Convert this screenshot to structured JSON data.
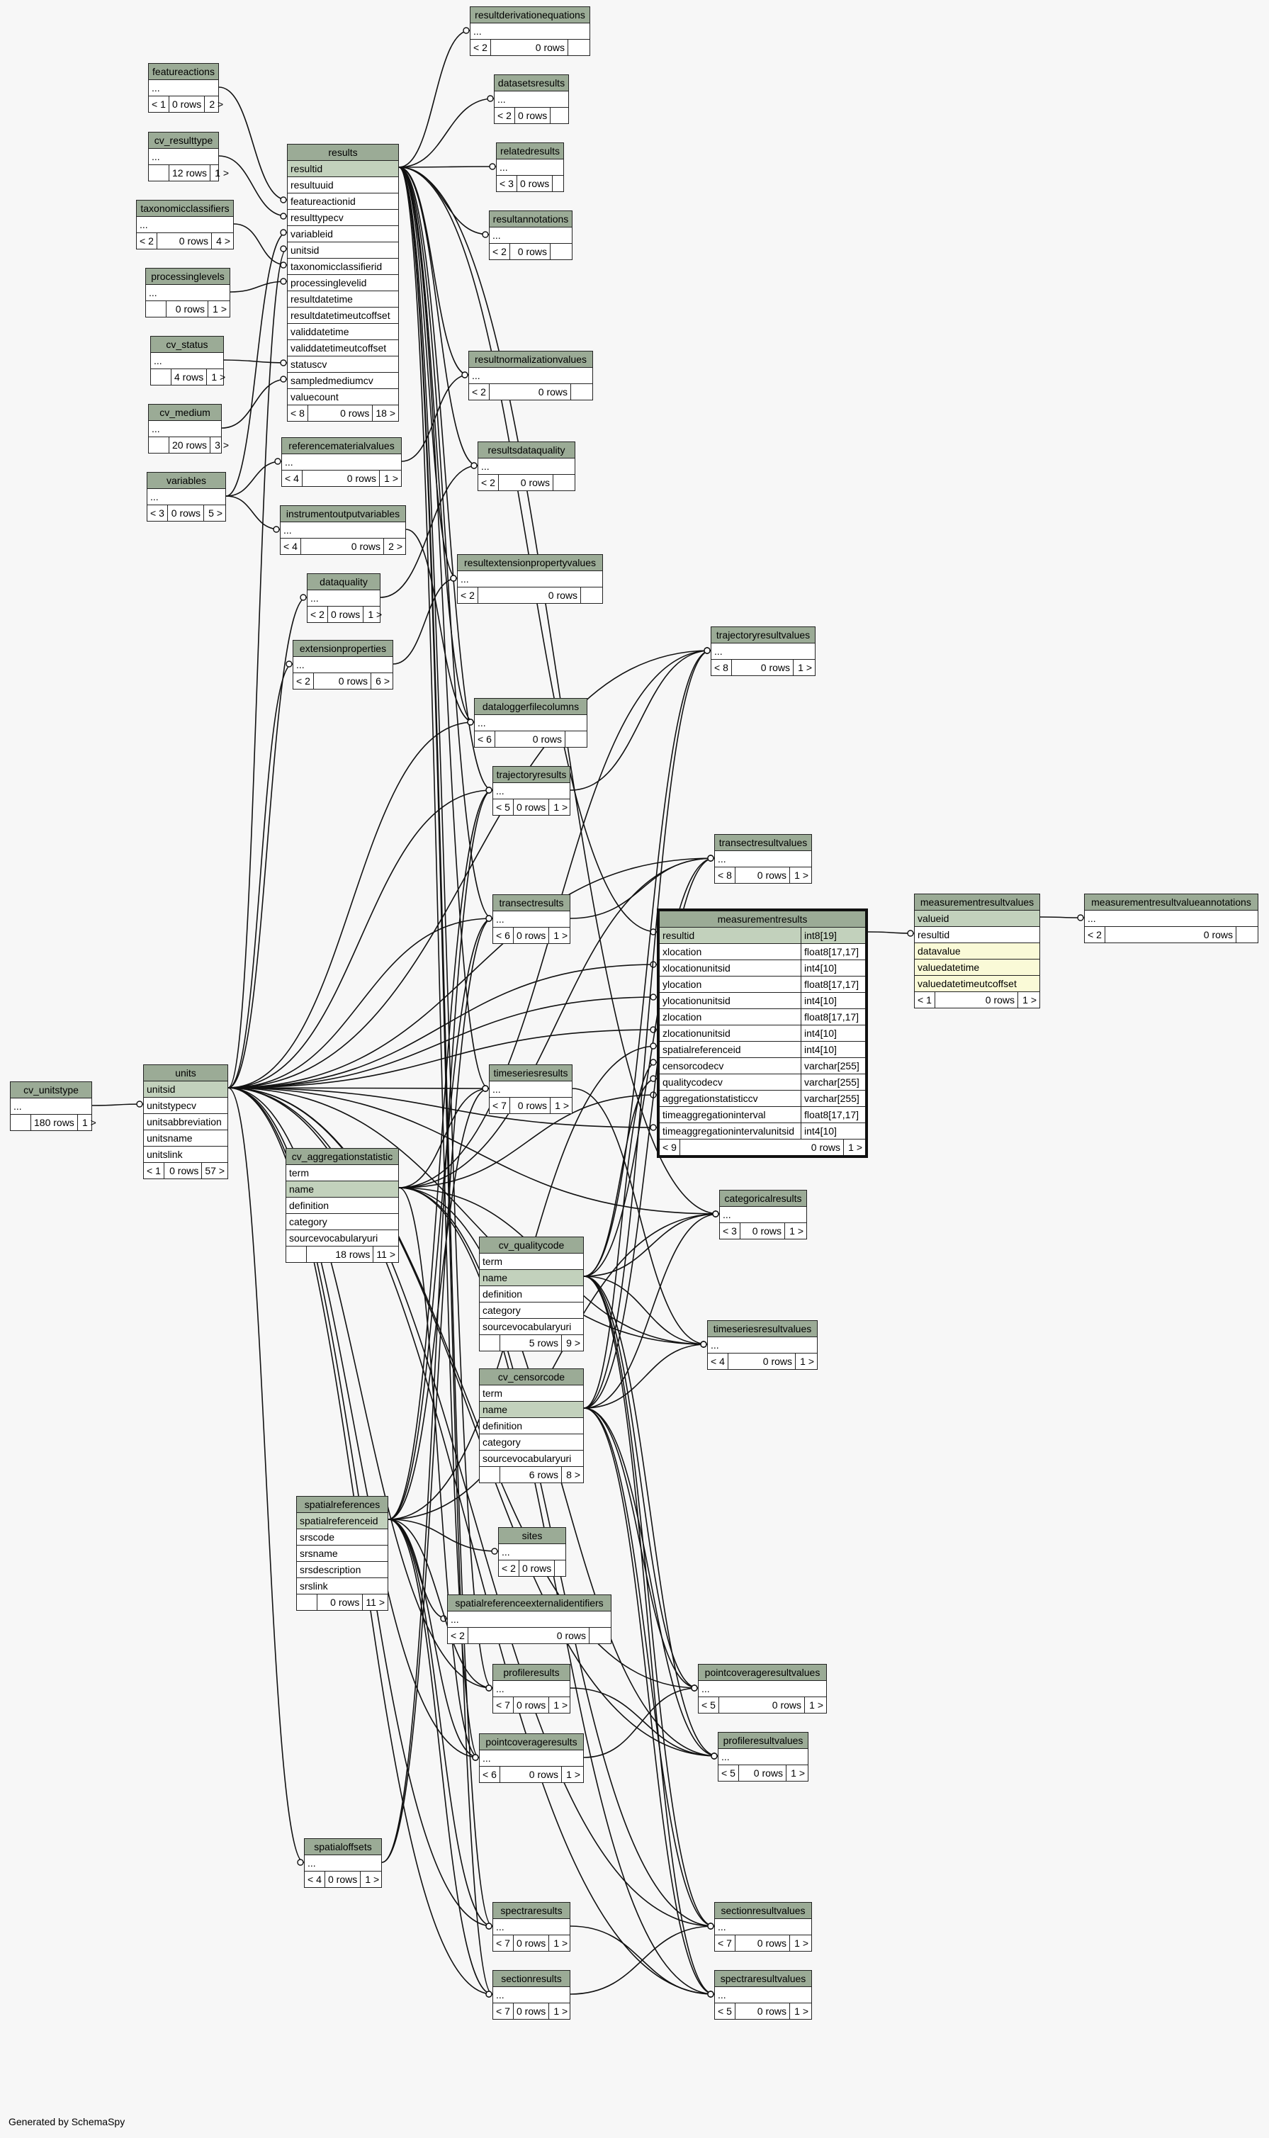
{
  "footer": "Generated by SchemaSpy",
  "tables": [
    {
      "id": "featureactions",
      "name": "featureactions",
      "cols": [
        "..."
      ],
      "footer": [
        "< 1",
        "0 rows",
        "2 >"
      ]
    },
    {
      "id": "cv_resulttype",
      "name": "cv_resulttype",
      "cols": [
        "..."
      ],
      "footer": [
        "",
        "12 rows",
        "1 >"
      ]
    },
    {
      "id": "taxonomicclassifiers",
      "name": "taxonomicclassifiers",
      "cols": [
        "..."
      ],
      "footer": [
        "< 2",
        "0 rows",
        "4 >"
      ]
    },
    {
      "id": "processinglevels",
      "name": "processinglevels",
      "cols": [
        "..."
      ],
      "footer": [
        "",
        "0 rows",
        "1 >"
      ]
    },
    {
      "id": "cv_status",
      "name": "cv_status",
      "cols": [
        "..."
      ],
      "footer": [
        "",
        "4 rows",
        "1 >"
      ]
    },
    {
      "id": "cv_medium",
      "name": "cv_medium",
      "cols": [
        "..."
      ],
      "footer": [
        "",
        "20 rows",
        "3 >"
      ]
    },
    {
      "id": "variables",
      "name": "variables",
      "cols": [
        "..."
      ],
      "footer": [
        "< 3",
        "0 rows",
        "5 >"
      ]
    },
    {
      "id": "results",
      "name": "results",
      "pk": [
        "resultid"
      ],
      "cols": [
        "resultid",
        "resultuuid",
        "featureactionid",
        "resulttypecv",
        "variableid",
        "unitsid",
        "taxonomicclassifierid",
        "processinglevelid",
        "resultdatetime",
        "resultdatetimeutcoffset",
        "validdatetime",
        "validdatetimeutcoffset",
        "statuscv",
        "sampledmediumcv",
        "valuecount"
      ],
      "footer": [
        "< 8",
        "0 rows",
        "18 >"
      ]
    },
    {
      "id": "referencematerialvalues",
      "name": "referencematerialvalues",
      "cols": [
        "..."
      ],
      "footer": [
        "< 4",
        "0 rows",
        "1 >"
      ]
    },
    {
      "id": "instrumentoutputvariables",
      "name": "instrumentoutputvariables",
      "cols": [
        "..."
      ],
      "footer": [
        "< 4",
        "0 rows",
        "2 >"
      ]
    },
    {
      "id": "dataquality",
      "name": "dataquality",
      "cols": [
        "..."
      ],
      "footer": [
        "< 2",
        "0 rows",
        "1 >"
      ]
    },
    {
      "id": "extensionproperties",
      "name": "extensionproperties",
      "cols": [
        "..."
      ],
      "footer": [
        "< 2",
        "0 rows",
        "6 >"
      ]
    },
    {
      "id": "resultderivationequations",
      "name": "resultderivationequations",
      "cols": [
        "..."
      ],
      "footer": [
        "< 2",
        "0 rows",
        ""
      ]
    },
    {
      "id": "datasetsresults",
      "name": "datasetsresults",
      "cols": [
        "..."
      ],
      "footer": [
        "< 2",
        "0 rows",
        ""
      ]
    },
    {
      "id": "relatedresults",
      "name": "relatedresults",
      "cols": [
        "..."
      ],
      "footer": [
        "< 3",
        "0 rows",
        ""
      ]
    },
    {
      "id": "resultannotations",
      "name": "resultannotations",
      "cols": [
        "..."
      ],
      "footer": [
        "< 2",
        "0 rows",
        ""
      ]
    },
    {
      "id": "resultnormalizationvalues",
      "name": "resultnormalizationvalues",
      "cols": [
        "..."
      ],
      "footer": [
        "< 2",
        "0 rows",
        ""
      ]
    },
    {
      "id": "resultsdataquality",
      "name": "resultsdataquality",
      "cols": [
        "..."
      ],
      "footer": [
        "< 2",
        "0 rows",
        ""
      ]
    },
    {
      "id": "resultextensionpropertyvalues",
      "name": "resultextensionpropertyvalues",
      "cols": [
        "..."
      ],
      "footer": [
        "< 2",
        "0 rows",
        ""
      ]
    },
    {
      "id": "dataloggerfilecolumns",
      "name": "dataloggerfilecolumns",
      "cols": [
        "..."
      ],
      "footer": [
        "< 6",
        "0 rows",
        ""
      ]
    },
    {
      "id": "trajectoryresults",
      "name": "trajectoryresults",
      "cols": [
        "..."
      ],
      "footer": [
        "< 5",
        "0 rows",
        "1 >"
      ]
    },
    {
      "id": "transectresults",
      "name": "transectresults",
      "cols": [
        "..."
      ],
      "footer": [
        "< 6",
        "0 rows",
        "1 >"
      ]
    },
    {
      "id": "timeseriesresults",
      "name": "timeseriesresults",
      "cols": [
        "..."
      ],
      "footer": [
        "< 7",
        "0 rows",
        "1 >"
      ]
    },
    {
      "id": "trajectoryresultvalues",
      "name": "trajectoryresultvalues",
      "cols": [
        "..."
      ],
      "footer": [
        "< 8",
        "0 rows",
        "1 >"
      ]
    },
    {
      "id": "transectresultvalues",
      "name": "transectresultvalues",
      "cols": [
        "..."
      ],
      "footer": [
        "< 8",
        "0 rows",
        "1 >"
      ]
    },
    {
      "id": "measurementresults",
      "name": "measurementresults",
      "focus": true,
      "pk": [
        "resultid"
      ],
      "cols": [
        [
          "resultid",
          "int8[19]"
        ],
        [
          "xlocation",
          "float8[17,17]"
        ],
        [
          "xlocationunitsid",
          "int4[10]"
        ],
        [
          "ylocation",
          "float8[17,17]"
        ],
        [
          "ylocationunitsid",
          "int4[10]"
        ],
        [
          "zlocation",
          "float8[17,17]"
        ],
        [
          "zlocationunitsid",
          "int4[10]"
        ],
        [
          "spatialreferenceid",
          "int4[10]"
        ],
        [
          "censorcodecv",
          "varchar[255]"
        ],
        [
          "qualitycodecv",
          "varchar[255]"
        ],
        [
          "aggregationstatisticcv",
          "varchar[255]"
        ],
        [
          "timeaggregationinterval",
          "float8[17,17]"
        ],
        [
          "timeaggregationintervalunitsid",
          "int4[10]"
        ]
      ],
      "footer": [
        "< 9",
        "0 rows",
        "1 >"
      ]
    },
    {
      "id": "measurementresultvalues",
      "name": "measurementresultvalues",
      "pk": [
        "valueid"
      ],
      "sel": [
        "datavalue",
        "valuedatetime",
        "valuedatetimeutcoffset"
      ],
      "cols": [
        "valueid",
        "resultid",
        "datavalue",
        "valuedatetime",
        "valuedatetimeutcoffset"
      ],
      "footer": [
        "< 1",
        "0 rows",
        "1 >"
      ]
    },
    {
      "id": "measurementresultvalueannotations",
      "name": "measurementresultvalueannotations",
      "cols": [
        "..."
      ],
      "footer": [
        "< 2",
        "0 rows",
        ""
      ]
    },
    {
      "id": "cv_unitstype",
      "name": "cv_unitstype",
      "cols": [
        "..."
      ],
      "footer": [
        "",
        "180 rows",
        "1 >"
      ]
    },
    {
      "id": "units",
      "name": "units",
      "pk": [
        "unitsid"
      ],
      "cols": [
        "unitsid",
        "unitstypecv",
        "unitsabbreviation",
        "unitsname",
        "unitslink"
      ],
      "footer": [
        "< 1",
        "0 rows",
        "57 >"
      ]
    },
    {
      "id": "cv_aggregationstatistic",
      "name": "cv_aggregationstatistic",
      "pk": [
        "name"
      ],
      "cols": [
        "term",
        "name",
        "definition",
        "category",
        "sourcevocabularyuri"
      ],
      "footer": [
        "",
        "18 rows",
        "11 >"
      ]
    },
    {
      "id": "cv_qualitycode",
      "name": "cv_qualitycode",
      "pk": [
        "name"
      ],
      "cols": [
        "term",
        "name",
        "definition",
        "category",
        "sourcevocabularyuri"
      ],
      "footer": [
        "",
        "5 rows",
        "9 >"
      ]
    },
    {
      "id": "cv_censorcode",
      "name": "cv_censorcode",
      "pk": [
        "name"
      ],
      "cols": [
        "term",
        "name",
        "definition",
        "category",
        "sourcevocabularyuri"
      ],
      "footer": [
        "",
        "6 rows",
        "8 >"
      ]
    },
    {
      "id": "categoricalresults",
      "name": "categoricalresults",
      "cols": [
        "..."
      ],
      "footer": [
        "< 3",
        "0 rows",
        "1 >"
      ]
    },
    {
      "id": "timeseriesresultvalues",
      "name": "timeseriesresultvalues",
      "cols": [
        "..."
      ],
      "footer": [
        "< 4",
        "0 rows",
        "1 >"
      ]
    },
    {
      "id": "spatialreferences",
      "name": "spatialreferences",
      "pk": [
        "spatialreferenceid"
      ],
      "cols": [
        "spatialreferenceid",
        "srscode",
        "srsname",
        "srsdescription",
        "srslink"
      ],
      "footer": [
        "",
        "0 rows",
        "11 >"
      ]
    },
    {
      "id": "sites",
      "name": "sites",
      "cols": [
        "..."
      ],
      "footer": [
        "< 2",
        "0 rows",
        ""
      ]
    },
    {
      "id": "spatialreferenceexternalidentifiers",
      "name": "spatialreferenceexternalidentifiers",
      "cols": [
        "..."
      ],
      "footer": [
        "< 2",
        "0 rows",
        ""
      ]
    },
    {
      "id": "profileresults",
      "name": "profileresults",
      "cols": [
        "..."
      ],
      "footer": [
        "< 7",
        "0 rows",
        "1 >"
      ]
    },
    {
      "id": "pointcoverageresults",
      "name": "pointcoverageresults",
      "cols": [
        "..."
      ],
      "footer": [
        "< 6",
        "0 rows",
        "1 >"
      ]
    },
    {
      "id": "pointcoverageresultvalues",
      "name": "pointcoverageresultvalues",
      "cols": [
        "..."
      ],
      "footer": [
        "< 5",
        "0 rows",
        "1 >"
      ]
    },
    {
      "id": "profileresultvalues",
      "name": "profileresultvalues",
      "cols": [
        "..."
      ],
      "footer": [
        "< 5",
        "0 rows",
        "1 >"
      ]
    },
    {
      "id": "spatialoffsets",
      "name": "spatialoffsets",
      "cols": [
        "..."
      ],
      "footer": [
        "< 4",
        "0 rows",
        "1 >"
      ]
    },
    {
      "id": "spectraresults",
      "name": "spectraresults",
      "cols": [
        "..."
      ],
      "footer": [
        "< 7",
        "0 rows",
        "1 >"
      ]
    },
    {
      "id": "sectionresults",
      "name": "sectionresults",
      "cols": [
        "..."
      ],
      "footer": [
        "< 7",
        "0 rows",
        "1 >"
      ]
    },
    {
      "id": "sectionresultvalues",
      "name": "sectionresultvalues",
      "cols": [
        "..."
      ],
      "footer": [
        "< 7",
        "0 rows",
        "1 >"
      ]
    },
    {
      "id": "spectraresultvalues",
      "name": "spectraresultvalues",
      "cols": [
        "..."
      ],
      "footer": [
        "< 5",
        "0 rows",
        "1 >"
      ]
    }
  ]
}
